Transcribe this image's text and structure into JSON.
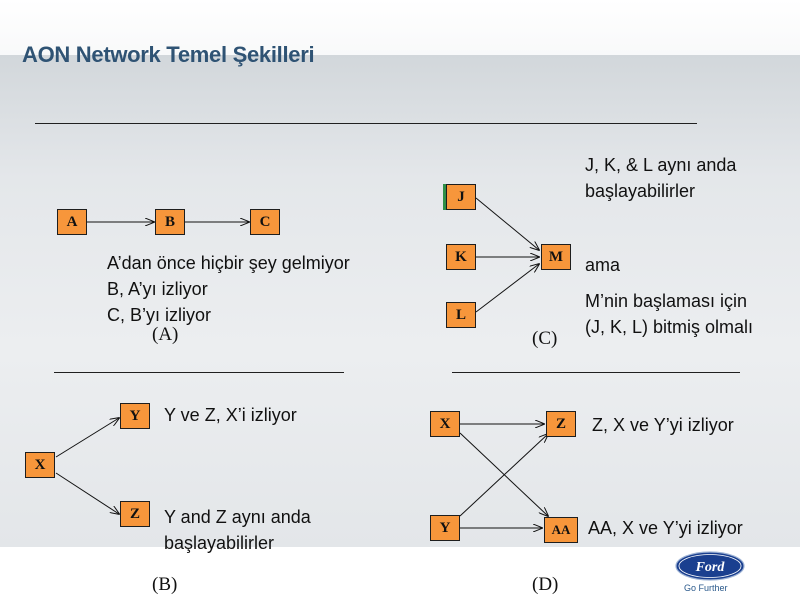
{
  "title": "AON Network Temel Şekilleri",
  "colors": {
    "node_fill": "#f7963b",
    "title": "#2f5374",
    "brand": "#1a3f8f"
  },
  "panel_a": {
    "nodes": [
      "A",
      "B",
      "C"
    ],
    "lines": [
      "A’dan önce hiçbir şey gelmiyor",
      "B, A’yı izliyor",
      "C, B’yı izliyor"
    ],
    "caption": "(A)"
  },
  "panel_b": {
    "nodes": [
      "X",
      "Y",
      "Z"
    ],
    "text_top": "Y ve Z, X’i izliyor",
    "text_bottom": [
      "Y and Z aynı anda",
      "başlayabilirler"
    ],
    "caption": "(B)"
  },
  "panel_c": {
    "nodes": [
      "J",
      "K",
      "L",
      "M"
    ],
    "text_top": [
      "J, K, & L aynı anda",
      "başlayabilirler"
    ],
    "text_mid": "ama",
    "text_bottom": [
      "M’nin başlaması için",
      "(J, K, L) bitmiş olmalı"
    ],
    "caption": "(C)"
  },
  "panel_d": {
    "nodes": [
      "X",
      "Y",
      "Z",
      "AA"
    ],
    "text_z": "Z, X ve Y’yi izliyor",
    "text_aa": "AA, X ve Y’yi izliyor",
    "caption": "(D)"
  },
  "logo": {
    "brand": "Ford",
    "tagline": "Go Further"
  }
}
